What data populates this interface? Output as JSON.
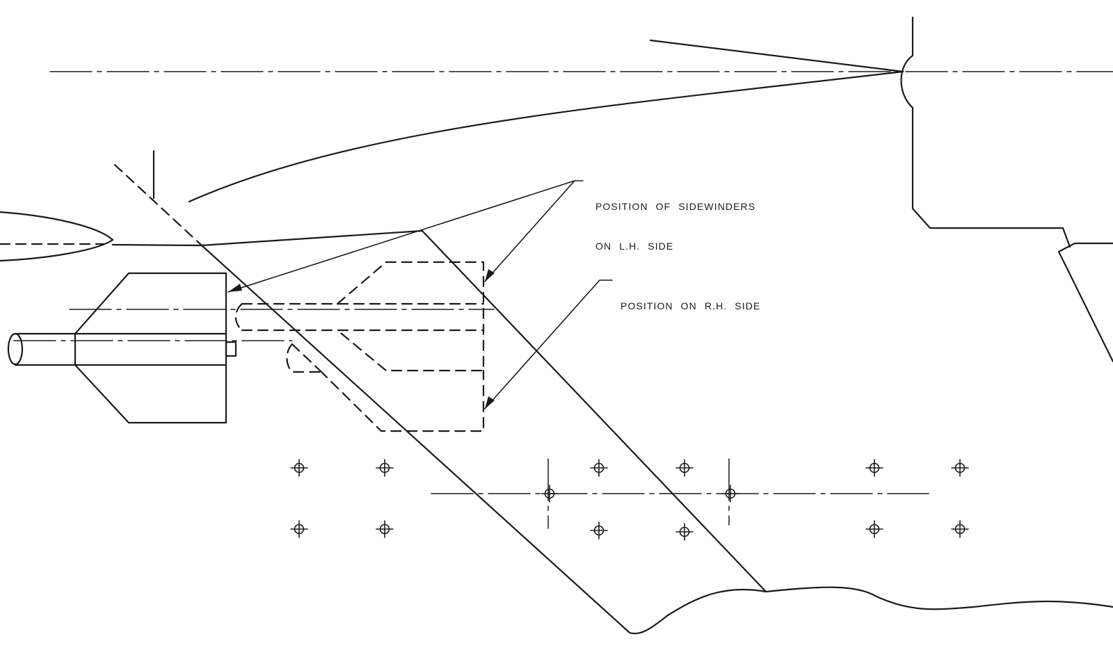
{
  "annotations": {
    "left_side": {
      "line1": "POSITION OF SIDEWINDERS",
      "line2": "ON L.H. SIDE"
    },
    "right_side": {
      "line1": "POSITION ON R.H. SIDE"
    }
  },
  "colors": {
    "ink": "#1a1a1a",
    "paper": "#ffffff"
  }
}
